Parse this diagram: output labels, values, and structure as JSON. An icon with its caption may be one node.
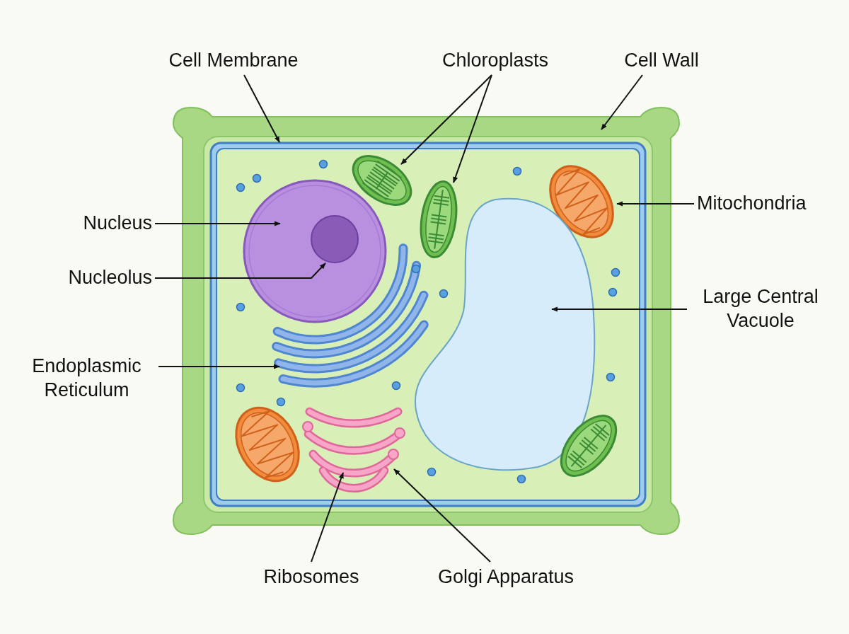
{
  "diagram": {
    "nodes": [
      {
        "text": [
          "Cell Membrane"
        ]
      },
      {
        "text": [
          "Chloroplasts"
        ]
      },
      {
        "text": [
          "Cell Wall"
        ]
      },
      {
        "text": [
          "Nucleus"
        ]
      },
      {
        "text": [
          "Mitochondria"
        ]
      },
      {
        "text": [
          "Nucleolus"
        ]
      },
      {
        "text": [
          "Large Central Vacuole"
        ]
      },
      {
        "text": [
          "Endoplasmic Reticulum"
        ]
      },
      {
        "text": [
          "Ribosomes"
        ]
      },
      {
        "text": [
          "Golgi Apparatus"
        ]
      },
      {
        "text": [],
        "shape": "box"
      },
      {
        "text": [],
        "shape": "box",
        "in": 10
      },
      {
        "text": [],
        "shape": "circle",
        "in": 11
      },
      {
        "text": [],
        "shape": "circle",
        "in": 12
      },
      {
        "text": [],
        "shape": "picture",
        "in": 11
      },
      {
        "text": [],
        "shape": "picture",
        "in": 11
      },
      {
        "text": [],
        "shape": "picture",
        "in": 11
      },
      {
        "text": [],
        "shape": "picture",
        "in": 11
      },
      {
        "text": [],
        "shape": "picture",
        "in": 11
      },
      {
        "text": [],
        "shape": "picture",
        "in": 11
      },
      {
        "text": [],
        "shape": "picture",
        "in": 11
      },
      {
        "text": [],
        "shape": "picture",
        "in": 11
      }
    ],
    "edges": [
      {
        "from": 0,
        "to": 11,
        "arrow": "to"
      },
      {
        "from": 1,
        "to": 14,
        "arrow": "to"
      },
      {
        "from": 1,
        "to": 15,
        "arrow": "to"
      },
      {
        "from": 2,
        "to": 10,
        "arrow": "to"
      },
      {
        "from": 3,
        "to": 12,
        "arrow": "to"
      },
      {
        "from": 4,
        "to": 16,
        "arrow": "to"
      },
      {
        "from": 5,
        "to": 13,
        "arrow": "to"
      },
      {
        "from": 6,
        "to": 17,
        "arrow": "to"
      },
      {
        "from": 7,
        "to": 18,
        "arrow": "to"
      },
      {
        "from": 8,
        "to": 19,
        "arrow": "to"
      },
      {
        "from": 9,
        "to": 19,
        "arrow": "to"
      }
    ]
  }
}
